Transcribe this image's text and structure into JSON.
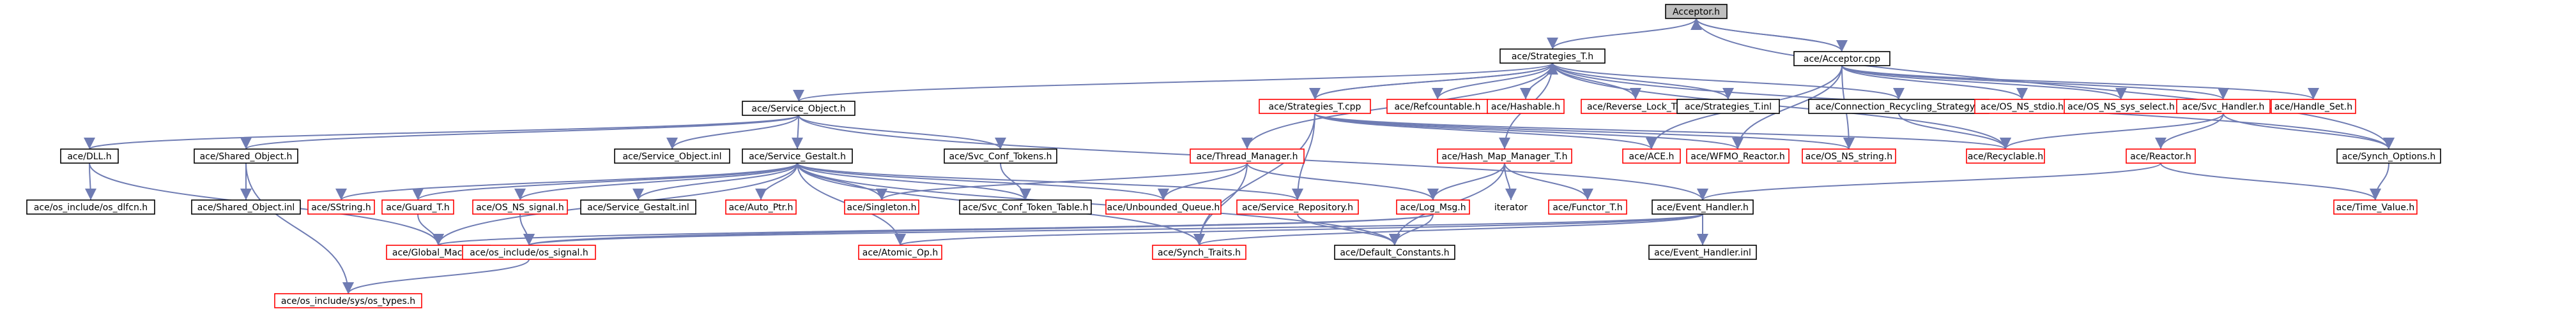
{
  "colors": {
    "edge": "#6f7cb3",
    "red_border": "#ff0000",
    "black_border": "#000000",
    "root_fill": "#bfbfbf",
    "node_fill": "#ffffff",
    "text": "#000000"
  },
  "nodes": [
    {
      "id": "acceptor_h",
      "label": "Acceptor.h",
      "border": "black",
      "root": true
    },
    {
      "id": "strategies_t_h",
      "label": "ace/Strategies_T.h",
      "border": "black"
    },
    {
      "id": "acceptor_cpp",
      "label": "ace/Acceptor.cpp",
      "border": "black"
    },
    {
      "id": "service_object_h",
      "label": "ace/Service_Object.h",
      "border": "black"
    },
    {
      "id": "strategies_t_cpp",
      "label": "ace/Strategies_T.cpp",
      "border": "red"
    },
    {
      "id": "refcountable_h",
      "label": "ace/Refcountable.h",
      "border": "red"
    },
    {
      "id": "hashable_h",
      "label": "ace/Hashable.h",
      "border": "red"
    },
    {
      "id": "reverse_lock_t_h",
      "label": "ace/Reverse_Lock_T.h",
      "border": "red"
    },
    {
      "id": "strategies_t_inl",
      "label": "ace/Strategies_T.inl",
      "border": "black"
    },
    {
      "id": "conn_recycling_h",
      "label": "ace/Connection_Recycling_Strategy.h",
      "border": "black"
    },
    {
      "id": "os_ns_stdio_h",
      "label": "ace/OS_NS_stdio.h",
      "border": "red"
    },
    {
      "id": "os_ns_sys_select_h",
      "label": "ace/OS_NS_sys_select.h",
      "border": "red"
    },
    {
      "id": "svc_handler_h",
      "label": "ace/Svc_Handler.h",
      "border": "red"
    },
    {
      "id": "handle_set_h",
      "label": "ace/Handle_Set.h",
      "border": "red"
    },
    {
      "id": "dll_h",
      "label": "ace/DLL.h",
      "border": "black"
    },
    {
      "id": "shared_object_h",
      "label": "ace/Shared_Object.h",
      "border": "black"
    },
    {
      "id": "service_object_inl",
      "label": "ace/Service_Object.inl",
      "border": "black"
    },
    {
      "id": "service_gestalt_h",
      "label": "ace/Service_Gestalt.h",
      "border": "black"
    },
    {
      "id": "svc_conf_tokens_h",
      "label": "ace/Svc_Conf_Tokens.h",
      "border": "black"
    },
    {
      "id": "thread_manager_h",
      "label": "ace/Thread_Manager.h",
      "border": "red"
    },
    {
      "id": "hash_map_manager_t_h",
      "label": "ace/Hash_Map_Manager_T.h",
      "border": "red"
    },
    {
      "id": "ace_h",
      "label": "ace/ACE.h",
      "border": "red"
    },
    {
      "id": "wfmo_reactor_h",
      "label": "ace/WFMO_Reactor.h",
      "border": "red"
    },
    {
      "id": "os_ns_string_h",
      "label": "ace/OS_NS_string.h",
      "border": "red"
    },
    {
      "id": "recyclable_h",
      "label": "ace/Recyclable.h",
      "border": "red"
    },
    {
      "id": "reactor_h",
      "label": "ace/Reactor.h",
      "border": "red"
    },
    {
      "id": "synch_options_h",
      "label": "ace/Synch_Options.h",
      "border": "black"
    },
    {
      "id": "os_dlfcn_h",
      "label": "ace/os_include/os_dlfcn.h",
      "border": "black"
    },
    {
      "id": "shared_object_inl",
      "label": "ace/Shared_Object.inl",
      "border": "black"
    },
    {
      "id": "sstring_h",
      "label": "ace/SString.h",
      "border": "red"
    },
    {
      "id": "guard_t_h",
      "label": "ace/Guard_T.h",
      "border": "red"
    },
    {
      "id": "os_ns_signal_h",
      "label": "ace/OS_NS_signal.h",
      "border": "red"
    },
    {
      "id": "service_gestalt_inl",
      "label": "ace/Service_Gestalt.inl",
      "border": "black"
    },
    {
      "id": "auto_ptr_h",
      "label": "ace/Auto_Ptr.h",
      "border": "red"
    },
    {
      "id": "singleton_h",
      "label": "ace/Singleton.h",
      "border": "red"
    },
    {
      "id": "svc_conf_token_table_h",
      "label": "ace/Svc_Conf_Token_Table.h",
      "border": "black"
    },
    {
      "id": "unbounded_queue_h",
      "label": "ace/Unbounded_Queue.h",
      "border": "red"
    },
    {
      "id": "service_repository_h",
      "label": "ace/Service_Repository.h",
      "border": "red"
    },
    {
      "id": "log_msg_h",
      "label": "ace/Log_Msg.h",
      "border": "red"
    },
    {
      "id": "iterator",
      "label": "iterator",
      "border": "none"
    },
    {
      "id": "functor_t_h",
      "label": "ace/Functor_T.h",
      "border": "red"
    },
    {
      "id": "event_handler_h",
      "label": "ace/Event_Handler.h",
      "border": "black"
    },
    {
      "id": "time_value_h",
      "label": "ace/Time_Value.h",
      "border": "red"
    },
    {
      "id": "global_macros_h",
      "label": "ace/Global_Macros.h",
      "border": "red"
    },
    {
      "id": "os_signal_h",
      "label": "ace/os_include/os_signal.h",
      "border": "red"
    },
    {
      "id": "atomic_op_h",
      "label": "ace/Atomic_Op.h",
      "border": "red"
    },
    {
      "id": "synch_traits_h",
      "label": "ace/Synch_Traits.h",
      "border": "red"
    },
    {
      "id": "default_constants_h",
      "label": "ace/Default_Constants.h",
      "border": "black"
    },
    {
      "id": "event_handler_inl",
      "label": "ace/Event_Handler.inl",
      "border": "black"
    },
    {
      "id": "os_types_h",
      "label": "ace/os_include/sys/os_types.h",
      "border": "red"
    }
  ],
  "edges": [
    [
      "acceptor_h",
      "strategies_t_h"
    ],
    [
      "acceptor_h",
      "acceptor_cpp"
    ],
    [
      "acceptor_h",
      "synch_options_h"
    ],
    [
      "acceptor_cpp",
      "acceptor_h"
    ],
    [
      "acceptor_cpp",
      "ace_h"
    ],
    [
      "acceptor_cpp",
      "os_ns_stdio_h"
    ],
    [
      "acceptor_cpp",
      "os_ns_sys_select_h"
    ],
    [
      "acceptor_cpp",
      "svc_handler_h"
    ],
    [
      "acceptor_cpp",
      "handle_set_h"
    ],
    [
      "acceptor_cpp",
      "os_ns_string_h"
    ],
    [
      "acceptor_cpp",
      "wfmo_reactor_h"
    ],
    [
      "strategies_t_h",
      "service_object_h"
    ],
    [
      "strategies_t_h",
      "strategies_t_cpp"
    ],
    [
      "strategies_t_h",
      "refcountable_h"
    ],
    [
      "strategies_t_h",
      "hashable_h"
    ],
    [
      "strategies_t_h",
      "reverse_lock_t_h"
    ],
    [
      "strategies_t_h",
      "strategies_t_inl"
    ],
    [
      "strategies_t_h",
      "conn_recycling_h"
    ],
    [
      "strategies_t_h",
      "recyclable_h"
    ],
    [
      "strategies_t_h",
      "thread_manager_h"
    ],
    [
      "strategies_t_h",
      "hash_map_manager_t_h"
    ],
    [
      "strategies_t_h",
      "synch_options_h"
    ],
    [
      "strategies_t_cpp",
      "strategies_t_h"
    ],
    [
      "strategies_t_cpp",
      "service_repository_h"
    ],
    [
      "strategies_t_cpp",
      "synch_traits_h"
    ],
    [
      "strategies_t_cpp",
      "ace_h"
    ],
    [
      "strategies_t_cpp",
      "wfmo_reactor_h"
    ],
    [
      "strategies_t_cpp",
      "os_ns_string_h"
    ],
    [
      "strategies_t_cpp",
      "recyclable_h"
    ],
    [
      "service_object_h",
      "dll_h"
    ],
    [
      "service_object_h",
      "shared_object_h"
    ],
    [
      "service_object_h",
      "service_object_inl"
    ],
    [
      "service_object_h",
      "service_gestalt_h"
    ],
    [
      "service_object_h",
      "svc_conf_tokens_h"
    ],
    [
      "service_object_h",
      "event_handler_h"
    ],
    [
      "conn_recycling_h",
      "recyclable_h"
    ],
    [
      "svc_handler_h",
      "synch_options_h"
    ],
    [
      "svc_handler_h",
      "reactor_h"
    ],
    [
      "svc_handler_h",
      "recyclable_h"
    ],
    [
      "dll_h",
      "os_dlfcn_h"
    ],
    [
      "dll_h",
      "global_macros_h"
    ],
    [
      "shared_object_h",
      "shared_object_inl"
    ],
    [
      "shared_object_h",
      "os_types_h"
    ],
    [
      "service_gestalt_h",
      "sstring_h"
    ],
    [
      "service_gestalt_h",
      "guard_t_h"
    ],
    [
      "service_gestalt_h",
      "os_ns_signal_h"
    ],
    [
      "service_gestalt_h",
      "service_gestalt_inl"
    ],
    [
      "service_gestalt_h",
      "auto_ptr_h"
    ],
    [
      "service_gestalt_h",
      "singleton_h"
    ],
    [
      "service_gestalt_h",
      "svc_conf_token_table_h"
    ],
    [
      "service_gestalt_h",
      "unbounded_queue_h"
    ],
    [
      "service_gestalt_h",
      "service_repository_h"
    ],
    [
      "service_gestalt_h",
      "atomic_op_h"
    ],
    [
      "service_gestalt_h",
      "synch_traits_h"
    ],
    [
      "service_gestalt_h",
      "default_constants_h"
    ],
    [
      "service_gestalt_h",
      "global_macros_h"
    ],
    [
      "svc_conf_tokens_h",
      "svc_conf_token_table_h"
    ],
    [
      "thread_manager_h",
      "singleton_h"
    ],
    [
      "thread_manager_h",
      "unbounded_queue_h"
    ],
    [
      "thread_manager_h",
      "log_msg_h"
    ],
    [
      "thread_manager_h",
      "synch_traits_h"
    ],
    [
      "hash_map_manager_t_h",
      "log_msg_h"
    ],
    [
      "hash_map_manager_t_h",
      "iterator"
    ],
    [
      "hash_map_manager_t_h",
      "functor_t_h"
    ],
    [
      "hash_map_manager_t_h",
      "default_constants_h"
    ],
    [
      "reactor_h",
      "event_handler_h"
    ],
    [
      "reactor_h",
      "time_value_h"
    ],
    [
      "synch_options_h",
      "time_value_h"
    ],
    [
      "guard_t_h",
      "global_macros_h"
    ],
    [
      "os_ns_signal_h",
      "os_signal_h"
    ],
    [
      "log_msg_h",
      "global_macros_h"
    ],
    [
      "log_msg_h",
      "default_constants_h"
    ],
    [
      "log_msg_h",
      "os_signal_h"
    ],
    [
      "service_repository_h",
      "default_constants_h"
    ],
    [
      "event_handler_h",
      "atomic_op_h"
    ],
    [
      "event_handler_h",
      "synch_traits_h"
    ],
    [
      "event_handler_h",
      "event_handler_inl"
    ],
    [
      "event_handler_h",
      "os_signal_h"
    ],
    [
      "os_signal_h",
      "os_types_h"
    ]
  ]
}
